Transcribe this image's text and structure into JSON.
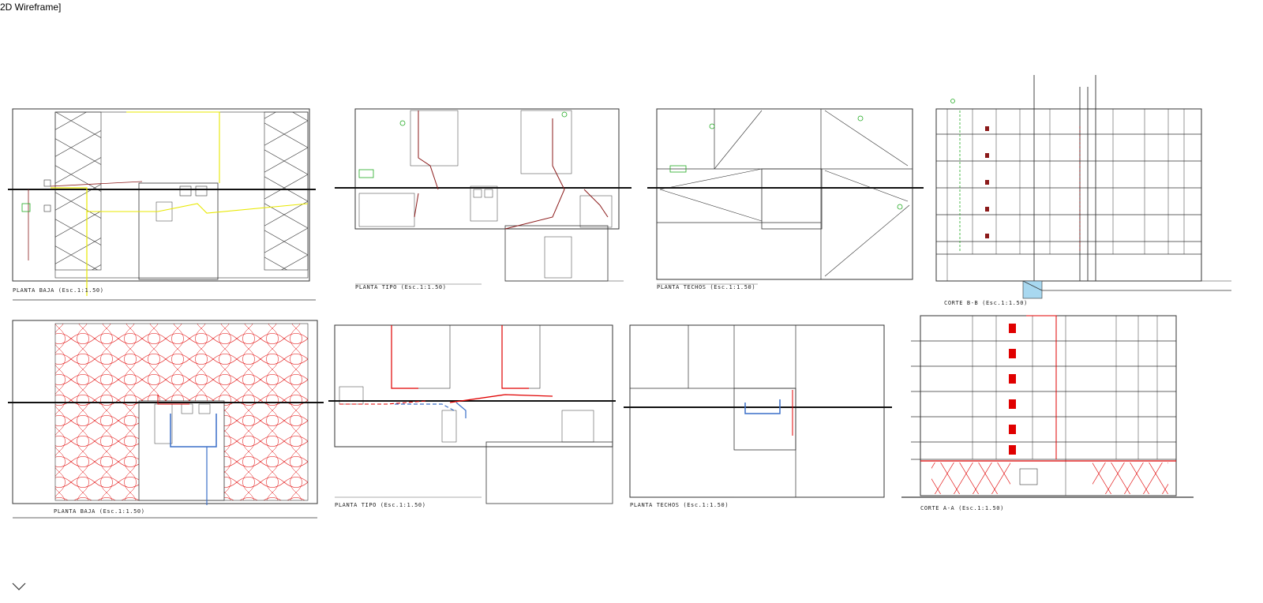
{
  "viewport": {
    "label": "2D Wireframe]"
  },
  "colors": {
    "linework": "#333333",
    "gas_pipe": "#e8e800",
    "fire_pipe": "#e00000",
    "cold_water": "#3a6fc8",
    "vent": "#8b1a1a",
    "marker": "#22aa22",
    "axis": "#111111"
  },
  "drawings": [
    {
      "id": "top-1",
      "title": "PLANTA BAJA (Esc.1:1.50)"
    },
    {
      "id": "top-2",
      "title": "PLANTA TIPO (Esc.1:1.50)"
    },
    {
      "id": "top-3",
      "title": "PLANTA TECHOS (Esc.1:1.50)"
    },
    {
      "id": "top-4",
      "title": "CORTE B-B (Esc.1:1.50)"
    },
    {
      "id": "bot-1",
      "title": "PLANTA BAJA (Esc.1:1.50)"
    },
    {
      "id": "bot-2",
      "title": "PLANTA TIPO (Esc.1:1.50)"
    },
    {
      "id": "bot-3",
      "title": "PLANTA TECHOS (Esc.1:1.50)"
    },
    {
      "id": "bot-4",
      "title": "CORTE A-A (Esc.1:1.50)"
    }
  ],
  "ucs_icon": "ucs-chevron-icon"
}
